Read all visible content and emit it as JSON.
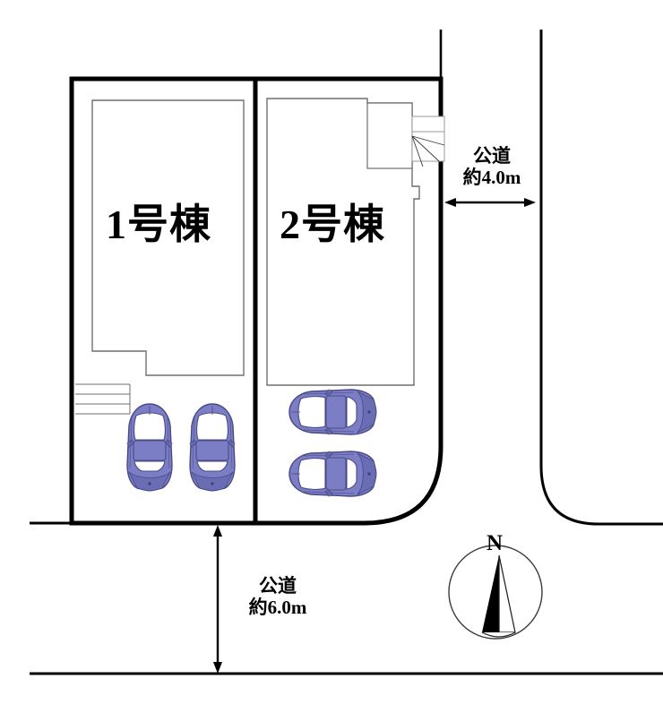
{
  "plan": {
    "kind": "site-plan",
    "lots": [
      {
        "id": "lot-1",
        "label": "1号棟"
      },
      {
        "id": "lot-2",
        "label": "2号棟"
      }
    ],
    "roads": [
      {
        "id": "road-east",
        "side": "east",
        "type_label": "公道",
        "width_label": "約4.0m",
        "orientation": "horizontal-arrow"
      },
      {
        "id": "road-south",
        "side": "south",
        "type_label": "公道",
        "width_label": "約6.0m",
        "orientation": "vertical-arrow"
      }
    ],
    "compass": {
      "north_label": "N"
    },
    "parking": {
      "lot_1_cars": 2,
      "lot_2_cars": 2,
      "lot_1_orientation": "vertical",
      "lot_2_orientation": "horizontal"
    },
    "colors": {
      "car_body": "#7b7dc5",
      "car_body_dark": "#6a6cb4",
      "car_outline": "#4a4b86",
      "boundary": "#000000",
      "building_outline": "#6f6f6f",
      "background": "#ffffff"
    }
  }
}
